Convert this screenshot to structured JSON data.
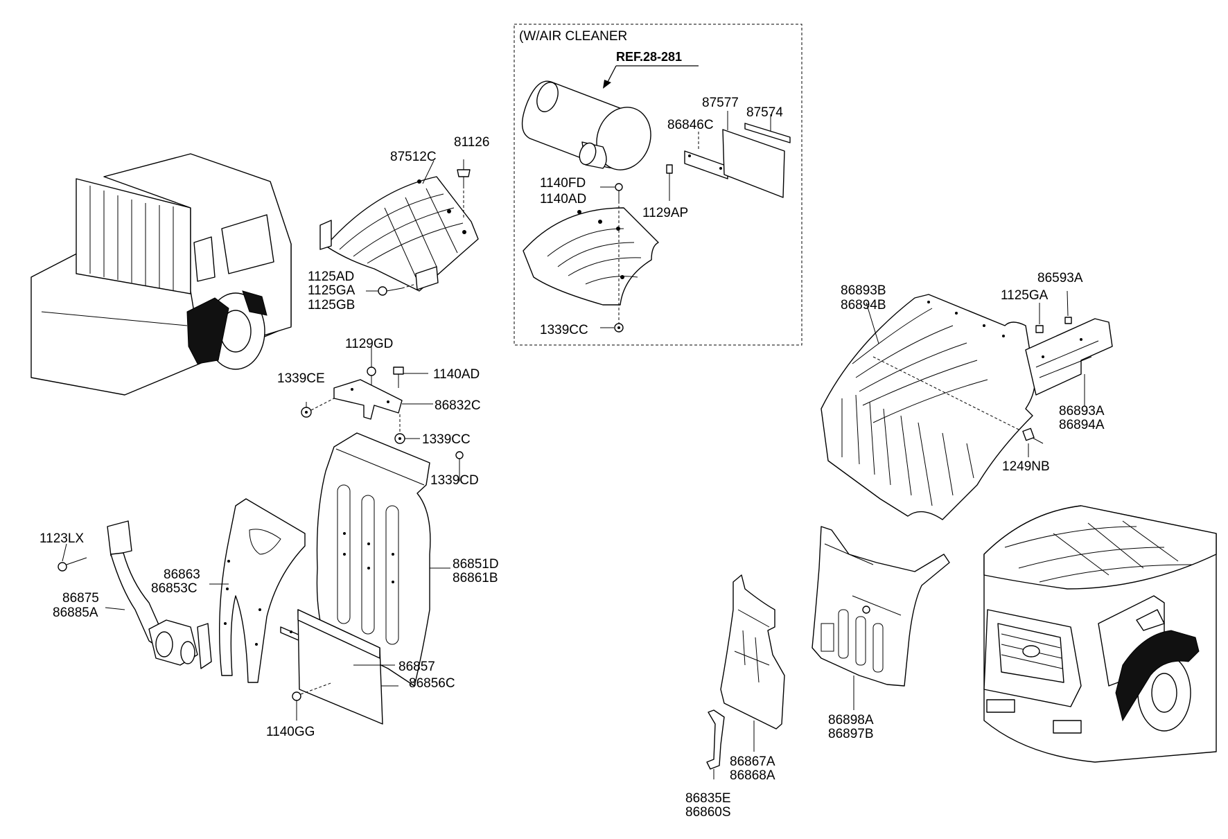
{
  "box": {
    "title": "(W/AIR CLEANER",
    "ref": "REF.28-281"
  },
  "labels": {
    "l87577": "87577",
    "l87574": "87574",
    "l86846C": "86846C",
    "l1140FD": "1140FD",
    "l1140AD_a": "1140AD",
    "l1129AP": "1129AP",
    "l1339CC_a": "1339CC",
    "l81126": "81126",
    "l87512C": "87512C",
    "l1125AD": "1125AD",
    "l1125GA_a": "1125GA",
    "l1125GB": "1125GB",
    "l1129GD": "1129GD",
    "l1339CE": "1339CE",
    "l1140AD_b": "1140AD",
    "l86832C": "86832C",
    "l1339CC_b": "1339CC",
    "l1339CD": "1339CD",
    "l1123LX": "1123LX",
    "l86863": "86863",
    "l86853C": "86853C",
    "l86875": "86875",
    "l86885A": "86885A",
    "l86851D": "86851D",
    "l86861B": "86861B",
    "l86857": "86857",
    "l86856C": "86856C",
    "l1140GG": "1140GG",
    "l86893B": "86893B",
    "l86894B": "86894B",
    "l86593A": "86593A",
    "l1125GA_b": "1125GA",
    "l86893A": "86893A",
    "l86894A": "86894A",
    "l1249NB": "1249NB",
    "l86898A": "86898A",
    "l86897B": "86897B",
    "l86867A": "86867A",
    "l86868A": "86868A",
    "l86835E": "86835E",
    "l86860S": "86860S"
  }
}
